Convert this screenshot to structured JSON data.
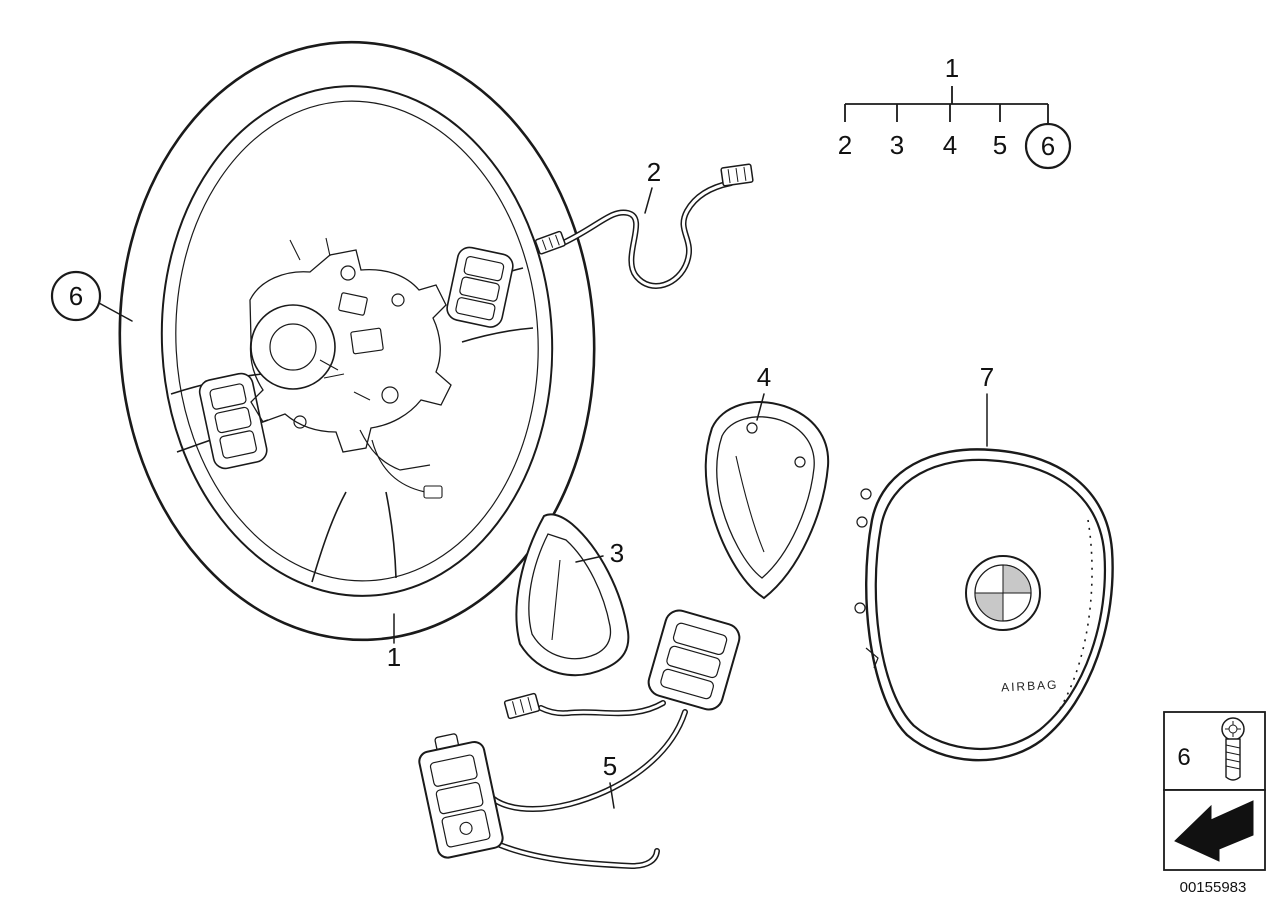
{
  "callouts": {
    "steering_wheel": "1",
    "cable": "2",
    "trim_left": "3",
    "trim_right": "4",
    "switch_unit": "5",
    "screw": "6",
    "airbag_module": "7"
  },
  "legend": {
    "root": "1",
    "items": [
      "2",
      "3",
      "4",
      "5",
      "6"
    ]
  },
  "airbag": {
    "label": "AIRBAG"
  },
  "inset": {
    "screw_ref": "6"
  },
  "footer": {
    "drawing_number": "00155983"
  }
}
